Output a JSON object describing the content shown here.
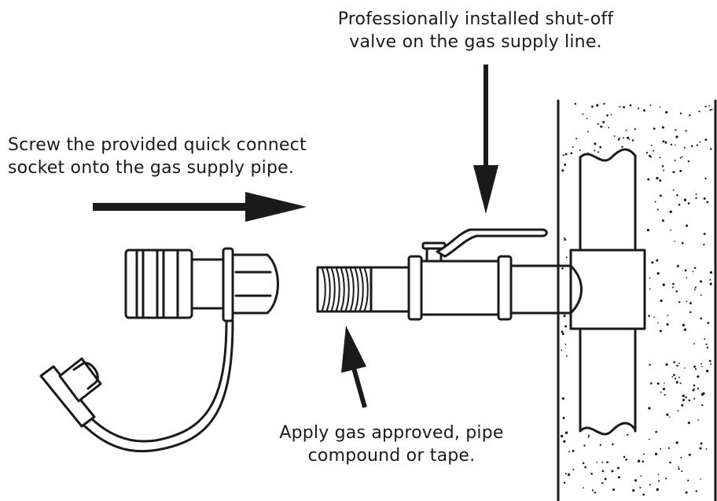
{
  "captions": {
    "valve": {
      "line1": "Professionally installed shut-off",
      "line2": "valve on the gas supply line."
    },
    "socket": {
      "line1": "Screw the provided quick connect",
      "line2": "socket onto the gas supply pipe."
    },
    "tape": {
      "line1": "Apply gas approved, pipe",
      "line2": "compound or tape."
    }
  },
  "colors": {
    "ink": "#1a1a1a",
    "background": "#ffffff"
  }
}
